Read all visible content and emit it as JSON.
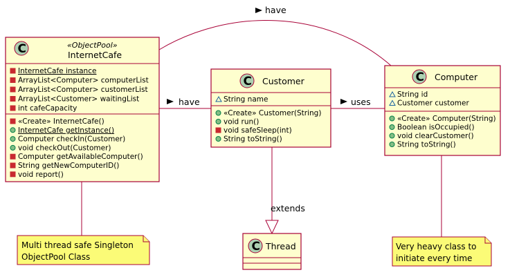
{
  "classes": {
    "internetcafe": {
      "stereotype": "«ObjectPool»",
      "name": "InternetCafe",
      "fields": [
        {
          "text": "InternetCafe instance",
          "vis": "private",
          "static": true
        },
        {
          "text": "ArrayList<Computer> computerList",
          "vis": "private",
          "static": false
        },
        {
          "text": "ArrayList<Computer> customerList",
          "vis": "private",
          "static": false
        },
        {
          "text": "ArrayList<Customer> waitingList",
          "vis": "private",
          "static": false
        },
        {
          "text": "int cafeCapacity",
          "vis": "private",
          "static": false
        }
      ],
      "methods": [
        {
          "text": "«Create» InternetCafe()",
          "vis": "private",
          "static": false
        },
        {
          "text": "InternetCafe getInstance()",
          "vis": "public",
          "static": true
        },
        {
          "text": "Computer checkIn(Customer)",
          "vis": "public",
          "static": false
        },
        {
          "text": "void checkOut(Customer)",
          "vis": "public",
          "static": false
        },
        {
          "text": "Computer getAvailableComputer()",
          "vis": "private",
          "static": false
        },
        {
          "text": "String getNewComputerID()",
          "vis": "private",
          "static": false
        },
        {
          "text": "void report()",
          "vis": "private",
          "static": false
        }
      ]
    },
    "customer": {
      "name": "Customer",
      "fields": [
        {
          "text": "String name",
          "vis": "package",
          "static": false
        }
      ],
      "methods": [
        {
          "text": "«Create» Customer(String)",
          "vis": "public",
          "static": false
        },
        {
          "text": "void run()",
          "vis": "public",
          "static": false
        },
        {
          "text": "void safeSleep(int)",
          "vis": "private",
          "static": false
        },
        {
          "text": "String toString()",
          "vis": "public",
          "static": false
        }
      ]
    },
    "computer": {
      "name": "Computer",
      "fields": [
        {
          "text": "String id",
          "vis": "package",
          "static": false
        },
        {
          "text": "Customer customer",
          "vis": "package",
          "static": false
        }
      ],
      "methods": [
        {
          "text": "«Create» Computer(String)",
          "vis": "public",
          "static": false
        },
        {
          "text": "Boolean isOccupied()",
          "vis": "public",
          "static": false
        },
        {
          "text": "void clearCustomer()",
          "vis": "public",
          "static": false
        },
        {
          "text": "String toString()",
          "vis": "public",
          "static": false
        }
      ]
    },
    "thread": {
      "name": "Thread"
    }
  },
  "class_icon_letter": "C",
  "relations": {
    "cafe_computer": "have",
    "cafe_customer": "have",
    "customer_computer": "uses",
    "customer_thread": "extends"
  },
  "notes": {
    "cafe": [
      "Multi thread safe Singleton",
      "ObjectPool Class"
    ],
    "computer": [
      "Very heavy class to",
      "initiate every time"
    ]
  },
  "colors": {
    "class_fill": "#fefece",
    "border": "#a80036",
    "note_fill": "#fbfb77",
    "icon_fill": "#add1b2"
  }
}
